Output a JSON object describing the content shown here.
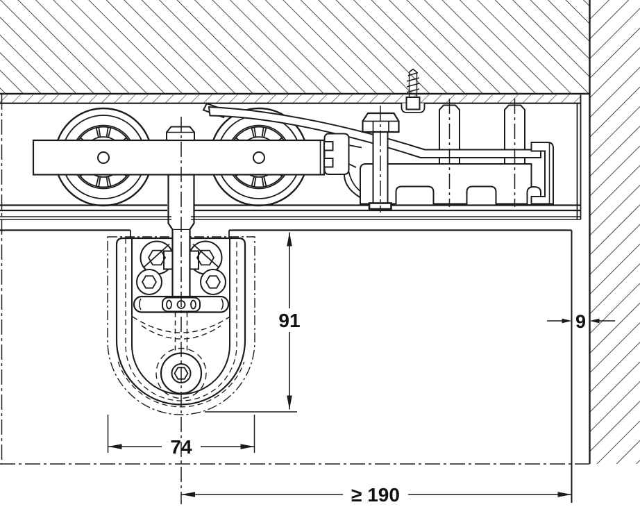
{
  "drawing": {
    "type": "technical-section",
    "description": "Sliding door top roller fitting, vertical section with door bracket",
    "colors": {
      "line": "#1b1b1b",
      "background": "#ffffff"
    }
  },
  "dimensions": {
    "bracket_height": "91",
    "bracket_width": "74",
    "wall_gap": "9",
    "min_clearance": "≥ 190"
  }
}
